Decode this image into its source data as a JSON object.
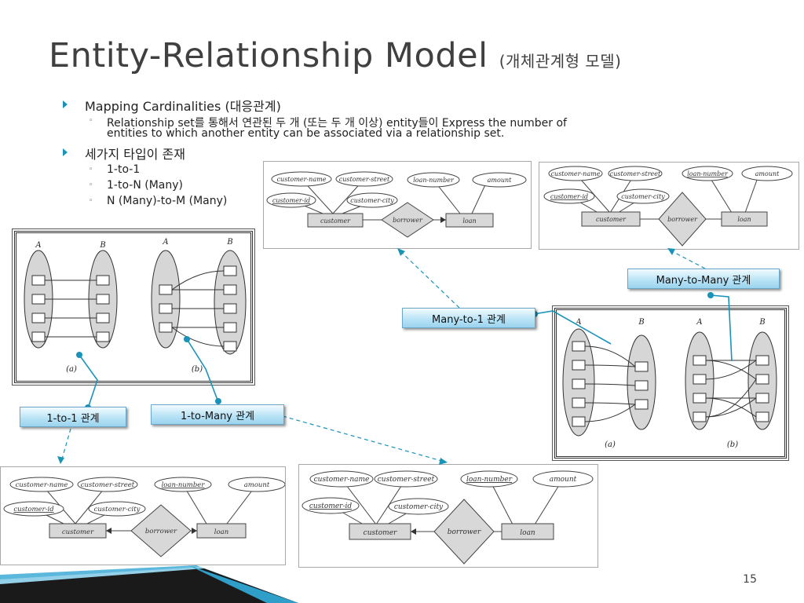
{
  "slide": {
    "title_main": "Entity-Relationship Model",
    "title_sub": "(개체관계형 모델)",
    "page_number": "15"
  },
  "bullets": [
    {
      "text": "Mapping Cardinalities (대응관계)",
      "sub": [
        {
          "line1": "Relationship set를 통해서 연관된 두 개 (또는 두 개 이상) entity들이 Express the number of",
          "line2": "entities to which another entity can be associated via a relationship set."
        }
      ]
    },
    {
      "text": "세가지 타입이 존재",
      "sub": [
        {
          "line1": "1-to-1"
        },
        {
          "line1": "1-to-N (Many)"
        },
        {
          "line1": "N (Many)-to-M (Many)"
        }
      ]
    }
  ],
  "callouts": {
    "one_to_one": "1-to-1 관계",
    "one_to_many": "1-to-Many 관계",
    "many_to_one": "Many-to-1 관계",
    "many_to_many": "Many-to-Many 관계"
  },
  "er_labels": {
    "customer_name": "customer-name",
    "customer_street": "customer-street",
    "customer_id": "customer-id",
    "customer_city": "customer-city",
    "loan_number": "loan-number",
    "amount": "amount",
    "customer": "customer",
    "borrower": "borrower",
    "loan": "loan"
  },
  "set_labels": {
    "A": "A",
    "B": "B",
    "caption_a": "(a)",
    "caption_b": "(b)"
  },
  "colors": {
    "callout_border": "#6aa6c8",
    "callout_fill": "#b6e2f5",
    "connector": "#1a93b8",
    "ellipse_fill": "#d6d6d6"
  }
}
